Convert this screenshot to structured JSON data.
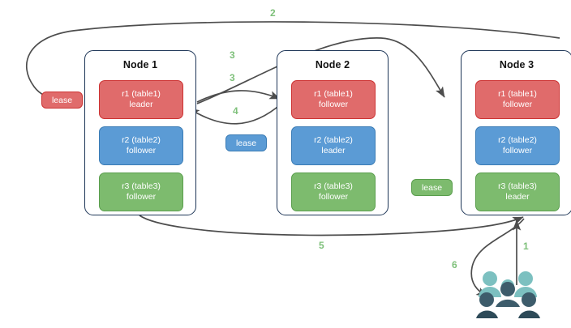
{
  "diagram": {
    "title": "raft-lease-routing-diagram",
    "background_color": "#ffffff",
    "arrow_color": "#4d4d4d",
    "node_border_color": "#1d3557",
    "step_label_color": "#7ec07a",
    "colors": {
      "red_fill": "#e06b6b",
      "red_border": "#cc3333",
      "blue_fill": "#5b9bd5",
      "blue_border": "#3b7cb5",
      "green_fill": "#7dbb6e",
      "green_border": "#5a9e4d",
      "users_light": "#7cc0c0",
      "users_dark": "#3d5c6b"
    }
  },
  "nodes": [
    {
      "name": "node-1",
      "title": "Node 1",
      "replicas": [
        {
          "name": "replica-r1",
          "line1": "r1 (table1)",
          "line2": "leader",
          "color": "red"
        },
        {
          "name": "replica-r2",
          "line1": "r2 (table2)",
          "line2": "follower",
          "color": "blue"
        },
        {
          "name": "replica-r3",
          "line1": "r3 (table3)",
          "line2": "follower",
          "color": "green"
        }
      ]
    },
    {
      "name": "node-2",
      "title": "Node 2",
      "replicas": [
        {
          "name": "replica-r1",
          "line1": "r1 (table1)",
          "line2": "follower",
          "color": "red"
        },
        {
          "name": "replica-r2",
          "line1": "r2 (table2)",
          "line2": "leader",
          "color": "blue"
        },
        {
          "name": "replica-r3",
          "line1": "r3 (table3)",
          "line2": "follower",
          "color": "green"
        }
      ]
    },
    {
      "name": "node-3",
      "title": "Node 3",
      "replicas": [
        {
          "name": "replica-r1",
          "line1": "r1 (table1)",
          "line2": "follower",
          "color": "red"
        },
        {
          "name": "replica-r2",
          "line1": "r2 (table2)",
          "line2": "follower",
          "color": "blue"
        },
        {
          "name": "replica-r3",
          "line1": "r3 (table3)",
          "line2": "leader",
          "color": "green"
        }
      ]
    }
  ],
  "leases": [
    {
      "name": "lease-badge-red",
      "label": "lease",
      "color": "red"
    },
    {
      "name": "lease-badge-blue",
      "label": "lease",
      "color": "blue"
    },
    {
      "name": "lease-badge-green",
      "label": "lease",
      "color": "green"
    }
  ],
  "steps": [
    {
      "name": "step-label-1",
      "label": "1"
    },
    {
      "name": "step-label-2",
      "label": "2"
    },
    {
      "name": "step-label-3a",
      "label": "3"
    },
    {
      "name": "step-label-3b",
      "label": "3"
    },
    {
      "name": "step-label-4",
      "label": "4"
    },
    {
      "name": "step-label-5",
      "label": "5"
    },
    {
      "name": "step-label-6",
      "label": "6"
    }
  ],
  "actors": {
    "users_icon_name": "users-icon"
  }
}
